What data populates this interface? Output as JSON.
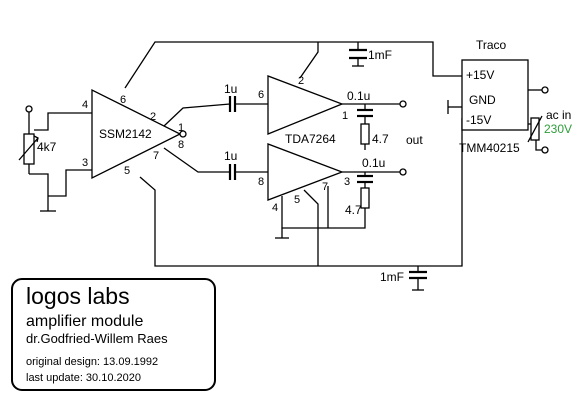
{
  "labels": {
    "traco": "Traco",
    "p15v": "+15V",
    "gnd": "GND",
    "m15v": "-15V",
    "tmm": "TMM40215",
    "ac_in": "ac in",
    "ac_voltage": "230V",
    "cap_top": "1mF",
    "cap_bottom": "1mF",
    "pot": "4k7",
    "ssm": "SSM2142",
    "tda": "TDA7264",
    "c_in1": "1u",
    "c_in2": "1u",
    "c_out1": "0.1u",
    "c_out2": "0.1u",
    "r_out1": "4.7",
    "r_out2": "4.7",
    "out": "out"
  },
  "pins": {
    "ssm_4": "4",
    "ssm_6": "6",
    "ssm_3": "3",
    "ssm_5": "5",
    "ssm_2": "2",
    "ssm_1": "1",
    "ssm_8": "8",
    "ssm_7": "7",
    "tda_2": "2",
    "tda_6": "6",
    "tda_1": "1",
    "tda_8": "8",
    "tda_3": "3",
    "tda_4": "4",
    "tda_5": "5",
    "tda_7": "7"
  },
  "card": {
    "brand": "logos labs",
    "title": "amplifier module",
    "author": "dr.Godfried-Willem Raes",
    "original_design": "original design: 13.09.1992",
    "last_update": "last update: 30.10.2020"
  },
  "colors": {
    "ac_voltage": "#2e9e3a",
    "ink": "#000000"
  }
}
